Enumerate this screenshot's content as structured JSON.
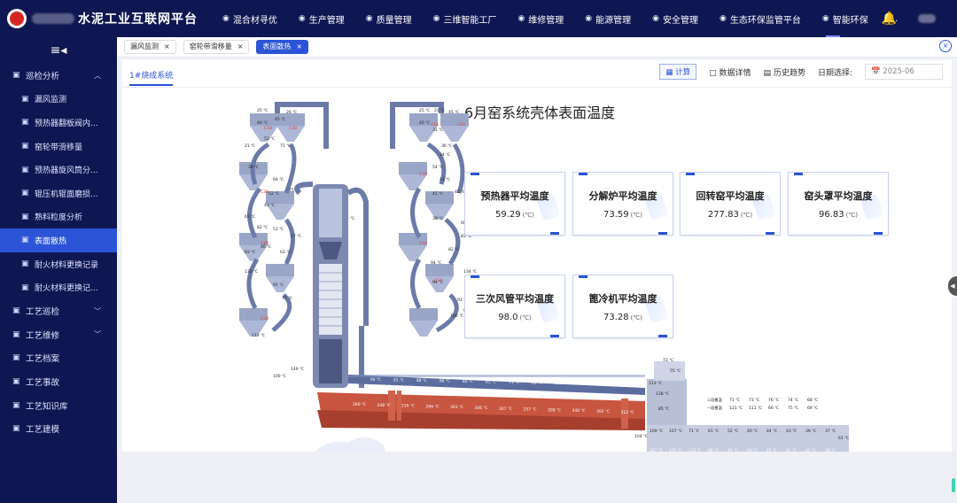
{
  "header": {
    "title": "水泥工业互联网平台",
    "nav": [
      {
        "label": "混合材寻优",
        "icon": "compass-icon"
      },
      {
        "label": "生产管理",
        "icon": "tools-icon"
      },
      {
        "label": "质量管理",
        "icon": "shield-icon"
      },
      {
        "label": "三维智能工厂",
        "icon": "factory-icon"
      },
      {
        "label": "维修管理",
        "icon": "tools-icon"
      },
      {
        "label": "能源管理",
        "icon": "energy-icon"
      },
      {
        "label": "安全管理",
        "icon": "safety-icon"
      },
      {
        "label": "生态环保监管平台",
        "icon": "eco-icon"
      },
      {
        "label": "智能环保",
        "icon": "eco-icon"
      },
      {
        "label": "...",
        "icon": ""
      }
    ]
  },
  "sidebar": {
    "items": [
      {
        "label": "巡检分析",
        "level": 1,
        "expanded": true
      },
      {
        "label": "漏风监测",
        "level": 2
      },
      {
        "label": "预热器翻板阀内...",
        "level": 2
      },
      {
        "label": "窑轮带滑移量",
        "level": 2
      },
      {
        "label": "预热器旋风筒分...",
        "level": 2
      },
      {
        "label": "辊压机辊面磨损...",
        "level": 2
      },
      {
        "label": "熟料粒度分析",
        "level": 2
      },
      {
        "label": "表面散热",
        "level": 2,
        "active": true
      },
      {
        "label": "耐火材料更换记录",
        "level": 2
      },
      {
        "label": "耐火材料更换记...",
        "level": 2
      },
      {
        "label": "工艺巡检",
        "level": 1,
        "expanded": false
      },
      {
        "label": "工艺维修",
        "level": 1,
        "expanded": false
      },
      {
        "label": "工艺档案",
        "level": 1
      },
      {
        "label": "工艺事故",
        "level": 1
      },
      {
        "label": "工艺知识库",
        "level": 1
      },
      {
        "label": "工艺建模",
        "level": 1
      }
    ]
  },
  "tabs": [
    {
      "label": "漏风监测",
      "active": false
    },
    {
      "label": "窑轮带滑移量",
      "active": false
    },
    {
      "label": "表面散热",
      "active": true
    }
  ],
  "panel": {
    "subtab": "1#烧成系统",
    "calc_label": "计算",
    "detail_label": "数据详情",
    "history_label": "历史趋势",
    "date_label": "日期选择:",
    "date_value": "2025-06",
    "chart_title": "6月窑系统壳体表面温度"
  },
  "cards": [
    {
      "title": "预热器平均温度",
      "value": "59.29",
      "unit": "(℃)"
    },
    {
      "title": "分解炉平均温度",
      "value": "73.59",
      "unit": "(℃)"
    },
    {
      "title": "回转窑平均温度",
      "value": "277.83",
      "unit": "(℃)"
    },
    {
      "title": "窑头罩平均温度",
      "value": "96.83",
      "unit": "(℃)"
    },
    {
      "title": "三次风管平均温度",
      "value": "98.0",
      "unit": "(℃)"
    },
    {
      "title": "篦冷机平均温度",
      "value": "73.28",
      "unit": "(℃)"
    }
  ],
  "kiln_labels": [
    "260 ℃",
    "248 ℃",
    "216 ℃",
    "266 ℃",
    "303 ℃",
    "306 ℃",
    "267 ℃",
    "257 ℃",
    "308 ℃",
    "340 ℃",
    "392 ℃",
    "312 ℃"
  ],
  "duct_labels": [
    "94 ℃",
    "91 ℃",
    "88 ℃",
    "86 ℃",
    "80 ℃",
    "81 ℃",
    "71 ℃",
    "81 ℃",
    "121 ℃",
    "126 ℃",
    "100 ℃",
    "105 ℃"
  ],
  "cooler_rows": {
    "row1_label": "二段篦温",
    "row2_label": "一段篦温",
    "row1": [
      "71 ℃",
      "73 ℃",
      "76 ℃",
      "74 ℃",
      "68 ℃"
    ],
    "row2": [
      "121 ℃",
      "111 ℃",
      "66 ℃",
      "75 ℃",
      "69 ℃"
    ],
    "hood": [
      "73 ℃",
      "55 ℃",
      "113 ℃",
      "138 ℃",
      "85 ℃"
    ],
    "lower1": [
      "109 ℃",
      "107 ℃",
      "71 ℃",
      "61 ℃",
      "52 ℃",
      "40 ℃",
      "44 ℃",
      "43 ℃",
      "39 ℃",
      "37 ℃"
    ],
    "lower2": [
      "107 ℃",
      "121 ℃",
      "113 ℃",
      "88 ℃",
      "49 ℃",
      "40 ℃",
      "45 ℃",
      "41 ℃",
      "42 ℃",
      "38 ℃"
    ],
    "side": [
      "104 ℃",
      "61 ℃"
    ]
  },
  "tower_labels": {
    "left": [
      "25 ℃",
      "45 ℃",
      "26 ℃",
      "40 ℃",
      "21 ℃",
      "53 ℃",
      "71 ℃",
      "36 ℃",
      "66 ℃",
      "52 ℃",
      "75 ℃",
      "43 ℃",
      "65 ℃",
      "82 ℃",
      "53 ℃",
      "57 ℃",
      "93 ℃",
      "46 ℃",
      "63 ℃",
      "132 ℃",
      "91 ℃",
      "77 ℃",
      "113 ℃",
      "136 ℃",
      "149 ℃",
      "100 ℃"
    ],
    "left_red": [
      "C1B",
      "C2B",
      "C3B",
      "C4B",
      "C5B"
    ],
    "right": [
      "25 ℃",
      "21 ℃",
      "45 ℃",
      "40 ℃",
      "31 ℃",
      "36 ℃",
      "34 ℃",
      "54 ℃",
      "43 ℃",
      "45 ℃",
      "41 ℃",
      "39 ℃",
      "60 ℃",
      "83 ℃",
      "82 ℃",
      "94 ℃",
      "134 ℃",
      "94 ℃",
      "120 ℃",
      "91 ℃",
      "98 ℃",
      "106 ℃"
    ],
    "right_red": [
      "C1A",
      "C2A",
      "C3A",
      "C4A",
      "C5A"
    ],
    "calciner": [
      "74 ℃",
      "67 ℃",
      "72 ℃",
      "64 ℃",
      "52 ℃",
      "60 ℃",
      "95 ℃",
      "78 ℃",
      "152 ℃"
    ]
  },
  "colors": {
    "nav_bg": "#0f1752",
    "accent": "#2b54d6",
    "kiln_red": "#c7553f",
    "duct_blue": "#5b6d9e",
    "tower_grey": "#8f9bbf"
  }
}
